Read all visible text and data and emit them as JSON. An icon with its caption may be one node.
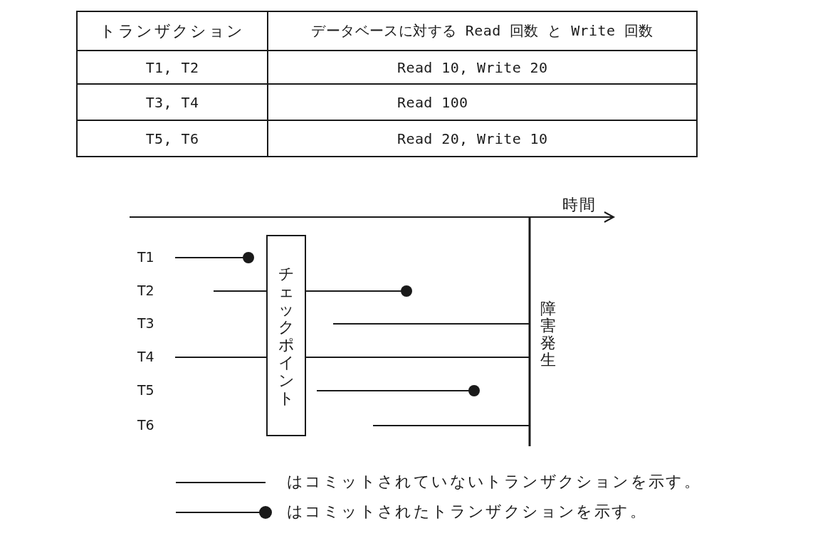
{
  "diagram": {
    "nodes": [
      {
        "text": [
          "チェックポイント"
        ]
      }
    ],
    "labels": [
      "トランザクション",
      "データベースに対する Read 回数 と Write 回数",
      "T1, T2",
      "Read 10, Write 20",
      "T3, T4",
      "Read 100",
      "T5, T6",
      "Read 20, Write 10",
      "時間",
      "T1",
      "T2",
      "T3",
      "T4",
      "T5",
      "T6",
      "障害発生"
    ],
    "legend": [
      {
        "text": "はコミットされていないトランザクションを示す。"
      },
      {
        "text": "はコミットされたトランザクションを示す。"
      }
    ]
  }
}
